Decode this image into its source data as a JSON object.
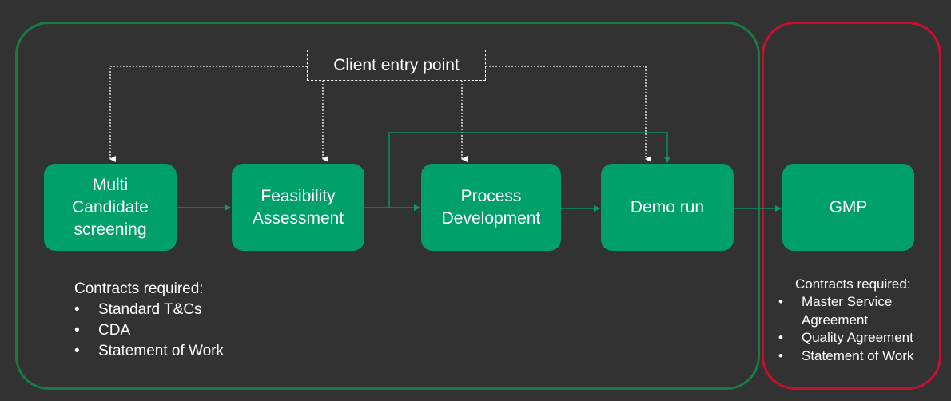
{
  "colors": {
    "background": "#323232",
    "box_fill": "#00a06a",
    "connector": "#00a06a",
    "main_group_border": "#1a7a46",
    "gmp_group_border": "#c8102e",
    "entry_line": "#ffffff"
  },
  "entry_point": {
    "label": "Client entry point"
  },
  "stages": [
    {
      "label": "Multi\nCandidate\nscreening"
    },
    {
      "label": "Feasibility\nAssessment"
    },
    {
      "label": "Process\nDevelopment"
    },
    {
      "label": "Demo run"
    },
    {
      "label": "GMP"
    }
  ],
  "contracts_main": {
    "heading": "Contracts required:",
    "items": [
      "Standard T&Cs",
      "CDA",
      "Statement of Work"
    ]
  },
  "contracts_gmp": {
    "heading": "Contracts required:",
    "items": [
      "Master Service\nAgreement",
      "Quality Agreement",
      "Statement of Work"
    ]
  }
}
